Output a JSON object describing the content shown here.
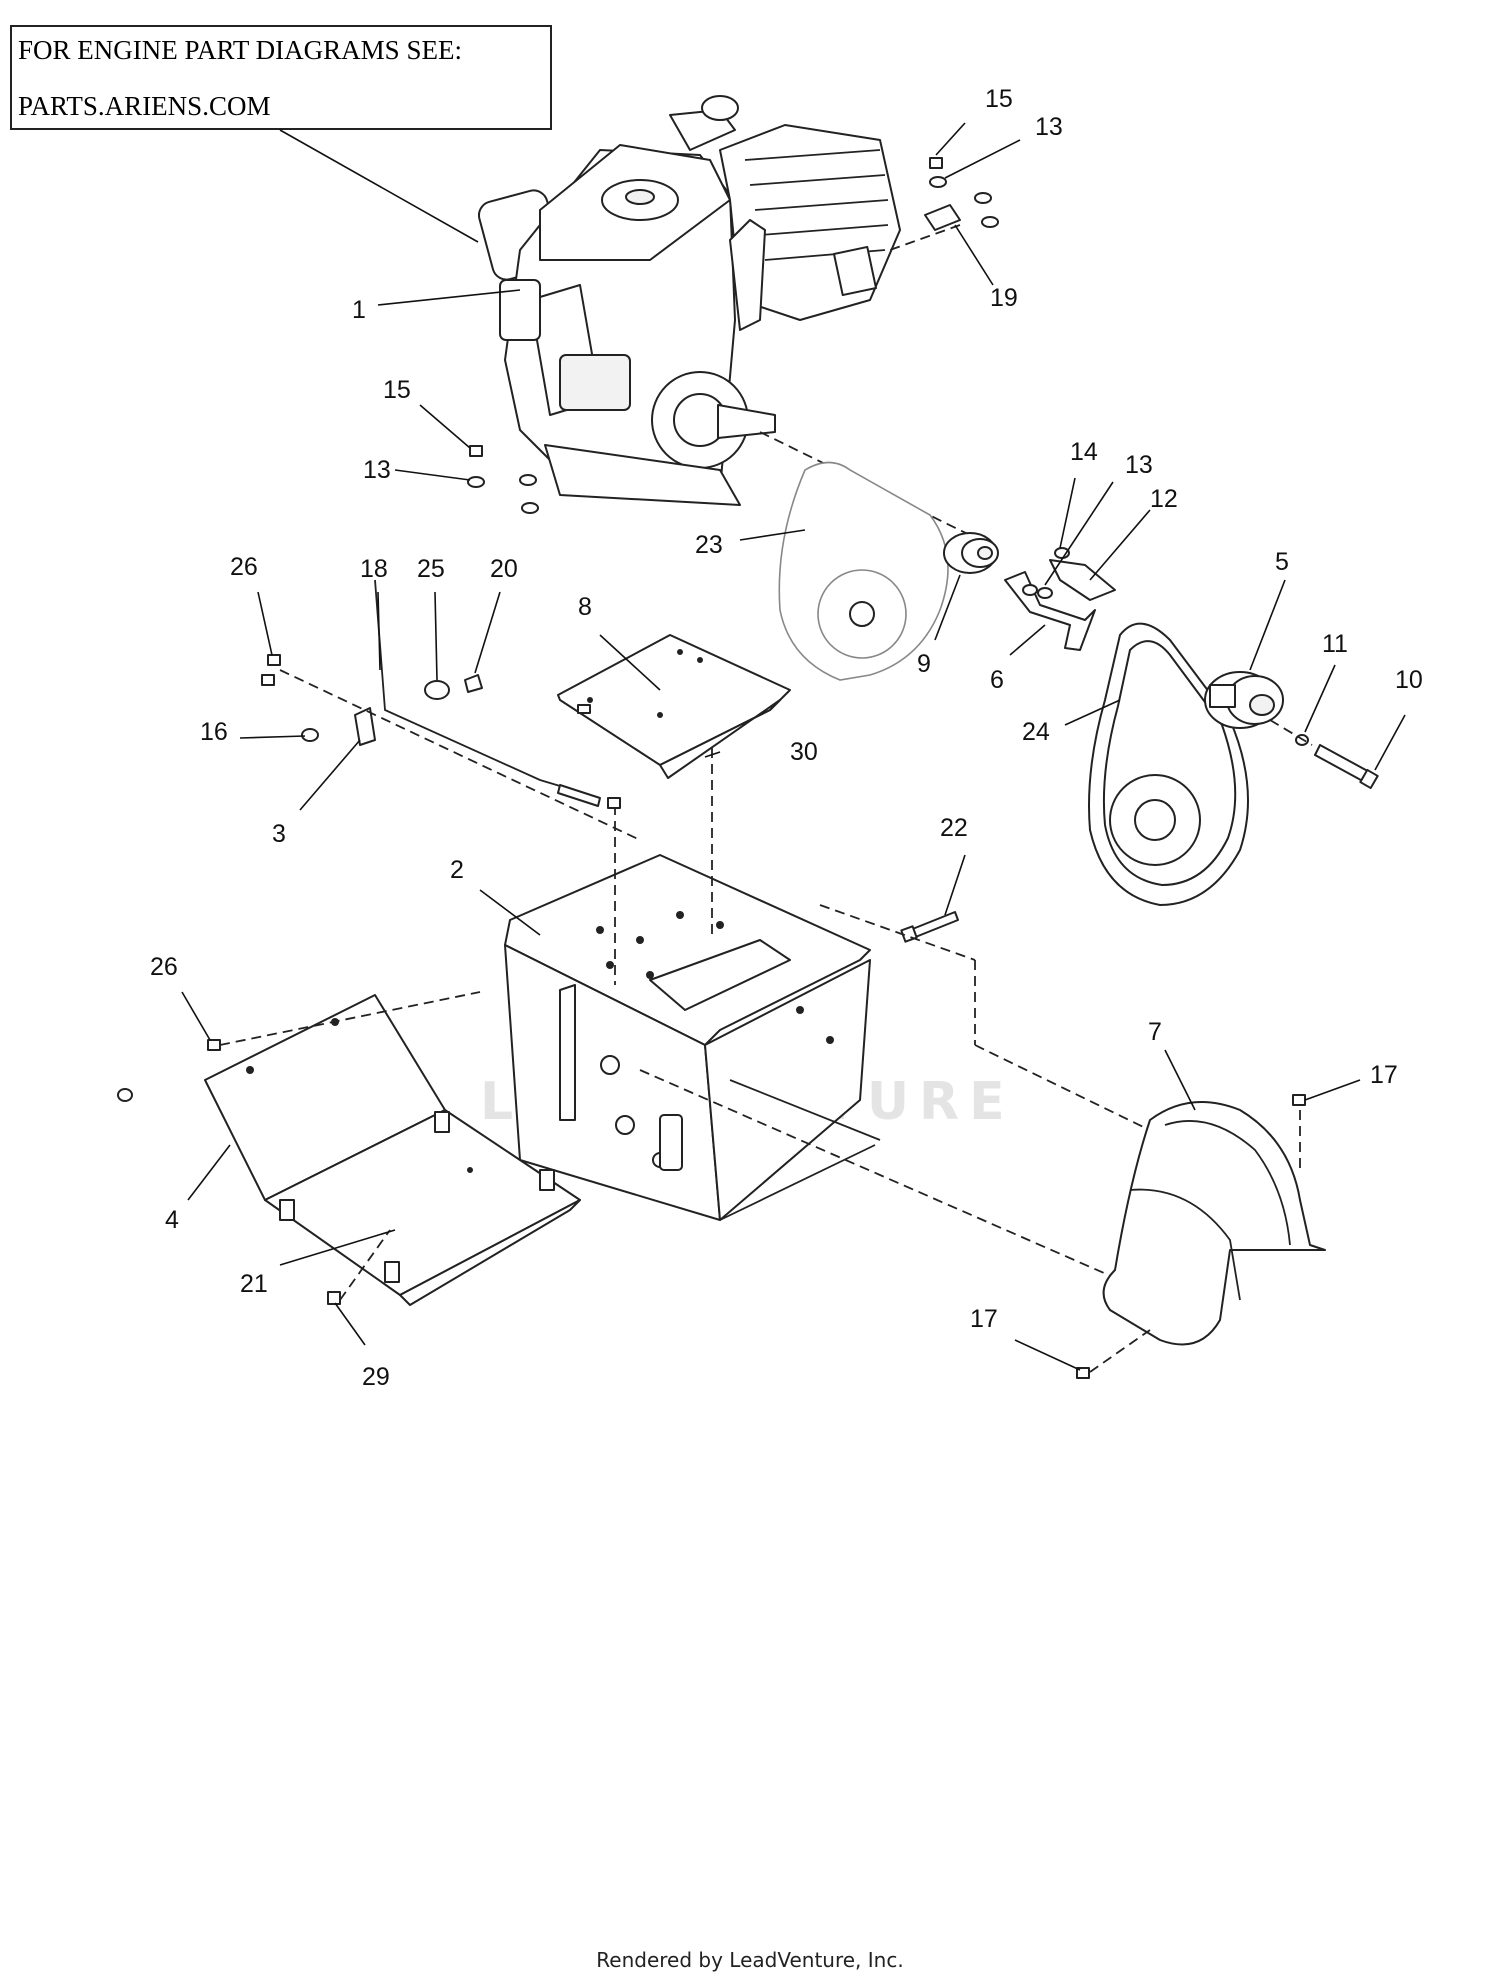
{
  "note": {
    "line1": "FOR ENGINE PART DIAGRAMS SEE:",
    "line2": "PARTS.ARIENS.COM"
  },
  "watermark": "LEADVENTURE",
  "footer": "Rendered by LeadVenture, Inc.",
  "callouts": [
    {
      "id": "c1",
      "label": "1",
      "target": "engine"
    },
    {
      "id": "c2",
      "label": "2",
      "target": "frame-housing"
    },
    {
      "id": "c3",
      "label": "3",
      "target": "bracket"
    },
    {
      "id": "c4",
      "label": "4",
      "target": "bottom-cover"
    },
    {
      "id": "c5",
      "label": "5",
      "target": "drive-pulley"
    },
    {
      "id": "c6",
      "label": "6",
      "target": "belt-guide"
    },
    {
      "id": "c7",
      "label": "7",
      "target": "belt-cover"
    },
    {
      "id": "c8",
      "label": "8",
      "target": "plate"
    },
    {
      "id": "c9",
      "label": "9",
      "target": "small-pulley"
    },
    {
      "id": "c10",
      "label": "10",
      "target": "bolt"
    },
    {
      "id": "c11",
      "label": "11",
      "target": "washer"
    },
    {
      "id": "c12",
      "label": "12",
      "target": "bracket-plate"
    },
    {
      "id": "c13a",
      "label": "13",
      "target": "washer-top"
    },
    {
      "id": "c13b",
      "label": "13",
      "target": "washer-left"
    },
    {
      "id": "c13c",
      "label": "13",
      "target": "washer-guide"
    },
    {
      "id": "c14",
      "label": "14",
      "target": "nut-guide"
    },
    {
      "id": "c15a",
      "label": "15",
      "target": "nut-top"
    },
    {
      "id": "c15b",
      "label": "15",
      "target": "nut-left"
    },
    {
      "id": "c16",
      "label": "16",
      "target": "nut-bracket"
    },
    {
      "id": "c17a",
      "label": "17",
      "target": "screw-cover-top"
    },
    {
      "id": "c17b",
      "label": "17",
      "target": "screw-cover-bottom"
    },
    {
      "id": "c18",
      "label": "18",
      "target": "cable-rod"
    },
    {
      "id": "c19",
      "label": "19",
      "target": "clip"
    },
    {
      "id": "c20",
      "label": "20",
      "target": "pin"
    },
    {
      "id": "c21",
      "label": "21",
      "target": "clip-cover"
    },
    {
      "id": "c22",
      "label": "22",
      "target": "bolt-frame"
    },
    {
      "id": "c23",
      "label": "23",
      "target": "belt-guard"
    },
    {
      "id": "c24",
      "label": "24",
      "target": "belt"
    },
    {
      "id": "c25",
      "label": "25",
      "target": "bushing"
    },
    {
      "id": "c26a",
      "label": "26",
      "target": "screw-top-left"
    },
    {
      "id": "c26b",
      "label": "26",
      "target": "screw-cover-left"
    },
    {
      "id": "c29",
      "label": "29",
      "target": "screw-bottom"
    },
    {
      "id": "c30",
      "label": "30",
      "target": "screw-plate"
    }
  ]
}
